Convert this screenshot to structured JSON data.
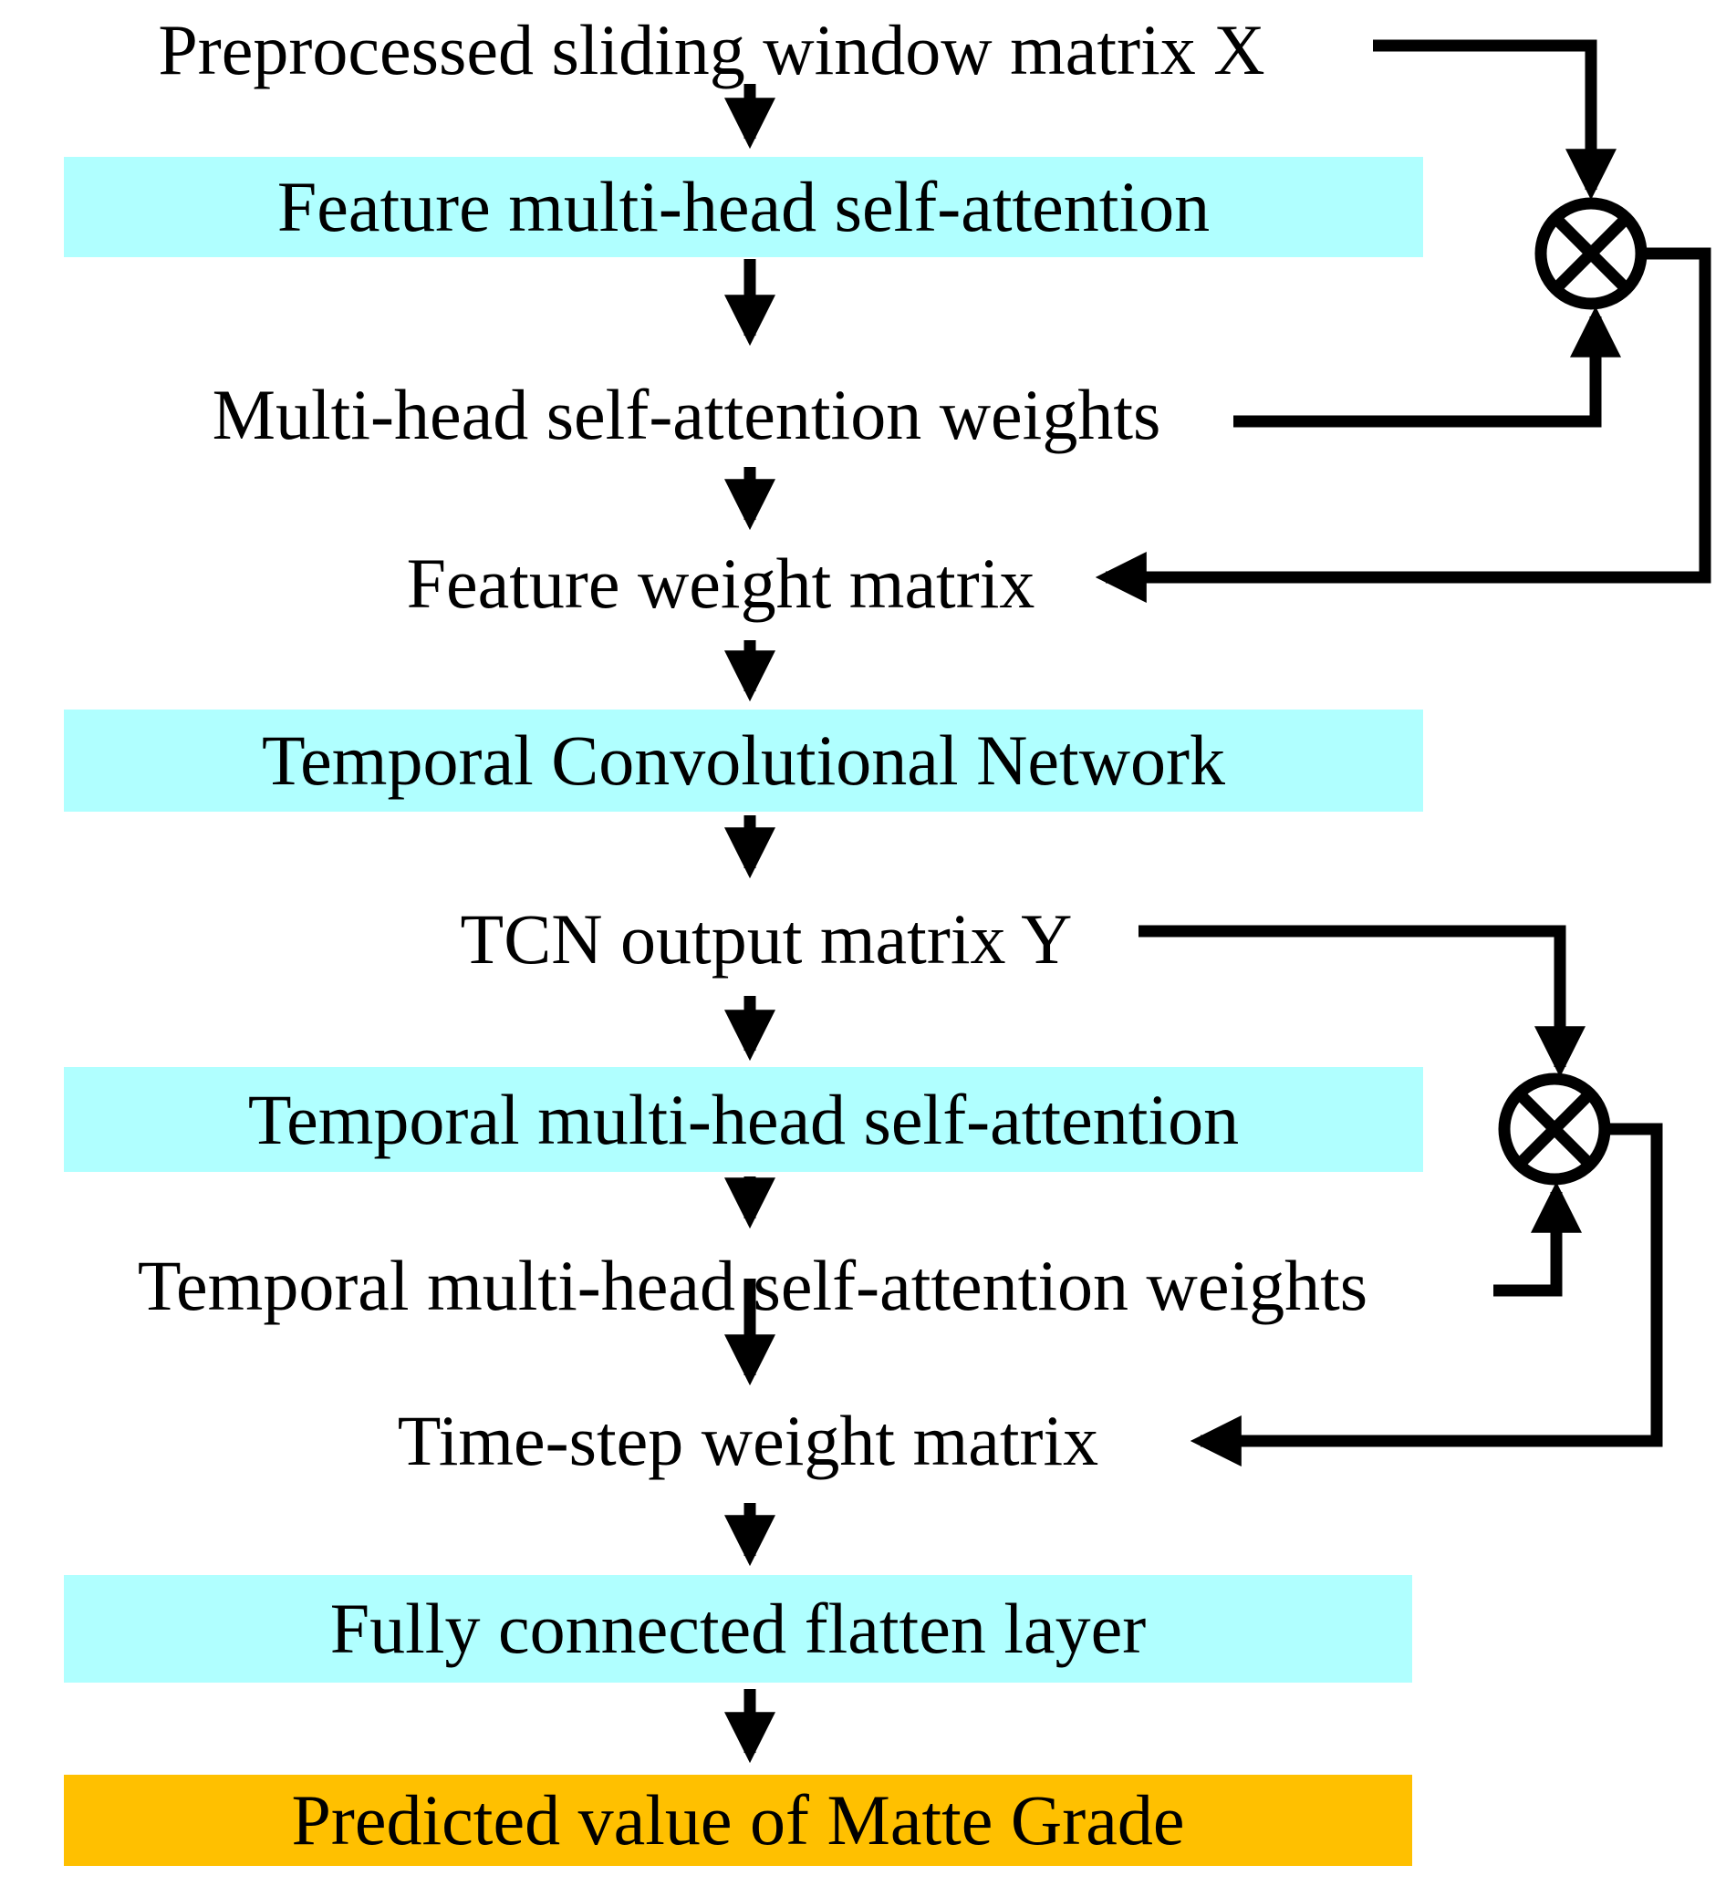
{
  "nodes": {
    "input": "Preprocessed sliding window matrix X",
    "feature_attention": "Feature multi-head self-attention",
    "attention_weights": "Multi-head self-attention weights",
    "feature_weight_matrix": "Feature weight matrix",
    "tcn": "Temporal Convolutional Network",
    "tcn_output": "TCN output matrix Y",
    "temporal_attention": "Temporal multi-head self-attention",
    "temporal_attention_weights": "Temporal multi-head self-attention weights",
    "timestep_weight_matrix": "Time-step weight matrix",
    "fc_flatten": "Fully connected flatten layer",
    "output": "Predicted value of Matte Grade"
  },
  "multiply_nodes": [
    {
      "id": "feature_multiply",
      "symbol": "⊗",
      "inputs": [
        "input",
        "attention_weights"
      ],
      "output": "feature_weight_matrix"
    },
    {
      "id": "temporal_multiply",
      "symbol": "⊗",
      "inputs": [
        "tcn_output",
        "temporal_attention_weights"
      ],
      "output": "timestep_weight_matrix"
    }
  ],
  "edges": [
    {
      "from": "input",
      "to": "feature_attention"
    },
    {
      "from": "feature_attention",
      "to": "attention_weights"
    },
    {
      "from": "attention_weights",
      "to": "feature_weight_matrix"
    },
    {
      "from": "feature_weight_matrix",
      "to": "tcn"
    },
    {
      "from": "tcn",
      "to": "tcn_output"
    },
    {
      "from": "tcn_output",
      "to": "temporal_attention"
    },
    {
      "from": "temporal_attention",
      "to": "temporal_attention_weights"
    },
    {
      "from": "temporal_attention_weights",
      "to": "timestep_weight_matrix"
    },
    {
      "from": "timestep_weight_matrix",
      "to": "fc_flatten"
    },
    {
      "from": "fc_flatten",
      "to": "output"
    },
    {
      "from": "input",
      "to": "feature_multiply"
    },
    {
      "from": "attention_weights",
      "to": "feature_multiply"
    },
    {
      "from": "feature_multiply",
      "to": "feature_weight_matrix"
    },
    {
      "from": "tcn_output",
      "to": "temporal_multiply"
    },
    {
      "from": "temporal_attention_weights",
      "to": "temporal_multiply"
    },
    {
      "from": "temporal_multiply",
      "to": "timestep_weight_matrix"
    }
  ],
  "colors": {
    "process_box_fill": "#B0FFFF",
    "output_box_fill": "#FFC000",
    "line": "#000000",
    "text": "#000000",
    "background": "#FFFFFF"
  }
}
